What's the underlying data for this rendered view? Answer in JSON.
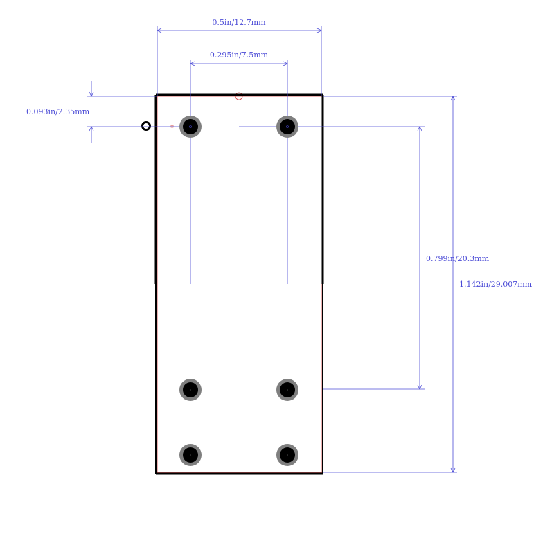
{
  "dimensions": {
    "overall_width": "0.5in/12.7mm",
    "pin_spacing": "0.295in/7.5mm",
    "pin_offset": "0.093in/2.35mm",
    "pin_row_distance": "0.799in/20.3mm",
    "overall_height": "1.142in/29.007mm"
  },
  "pins": [
    {
      "id": "pin-1"
    },
    {
      "id": "pin-2"
    },
    {
      "id": "pin-3"
    },
    {
      "id": "pin-4"
    },
    {
      "id": "pin-5"
    },
    {
      "id": "pin-6"
    }
  ],
  "colors": {
    "outline": "#000000",
    "dimension": "#4b4bd6",
    "courtyard": "#d04040",
    "pad_ring": "#7f7f7f",
    "pad_hole": "#000000"
  }
}
